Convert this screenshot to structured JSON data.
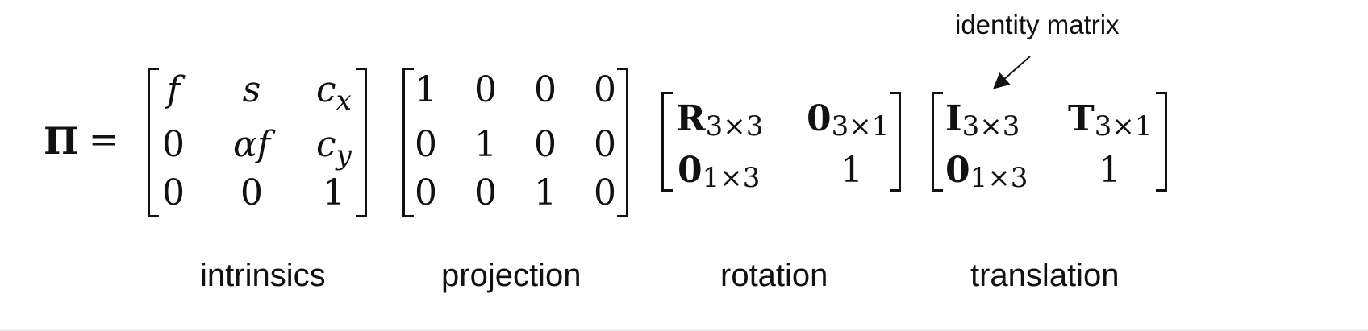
{
  "equation": {
    "lhs": "Π",
    "equals": "=",
    "intrinsics": {
      "cells": [
        [
          "f",
          "s",
          "c",
          "x"
        ],
        [
          "0",
          "αf",
          "c",
          "y"
        ],
        [
          "0",
          "0",
          "1"
        ]
      ]
    },
    "projection": {
      "rows": [
        [
          "1",
          "0",
          "0",
          "0"
        ],
        [
          "0",
          "1",
          "0",
          "0"
        ],
        [
          "0",
          "0",
          "1",
          "0"
        ]
      ]
    },
    "rotation": {
      "r_main": "R",
      "r_sub": "3×3",
      "z1_main": "0",
      "z1_sub": "3×1",
      "z2_main": "0",
      "z2_sub": "1×3",
      "one": "1"
    },
    "translation": {
      "i_main": "I",
      "i_sub": "3×3",
      "t_main": "T",
      "t_sub": "3×1",
      "z_main": "0",
      "z_sub": "1×3",
      "one": "1"
    }
  },
  "labels": {
    "intrinsics": "intrinsics",
    "projection": "projection",
    "rotation": "rotation",
    "translation": "translation"
  },
  "annotation": {
    "text": "identity matrix"
  }
}
